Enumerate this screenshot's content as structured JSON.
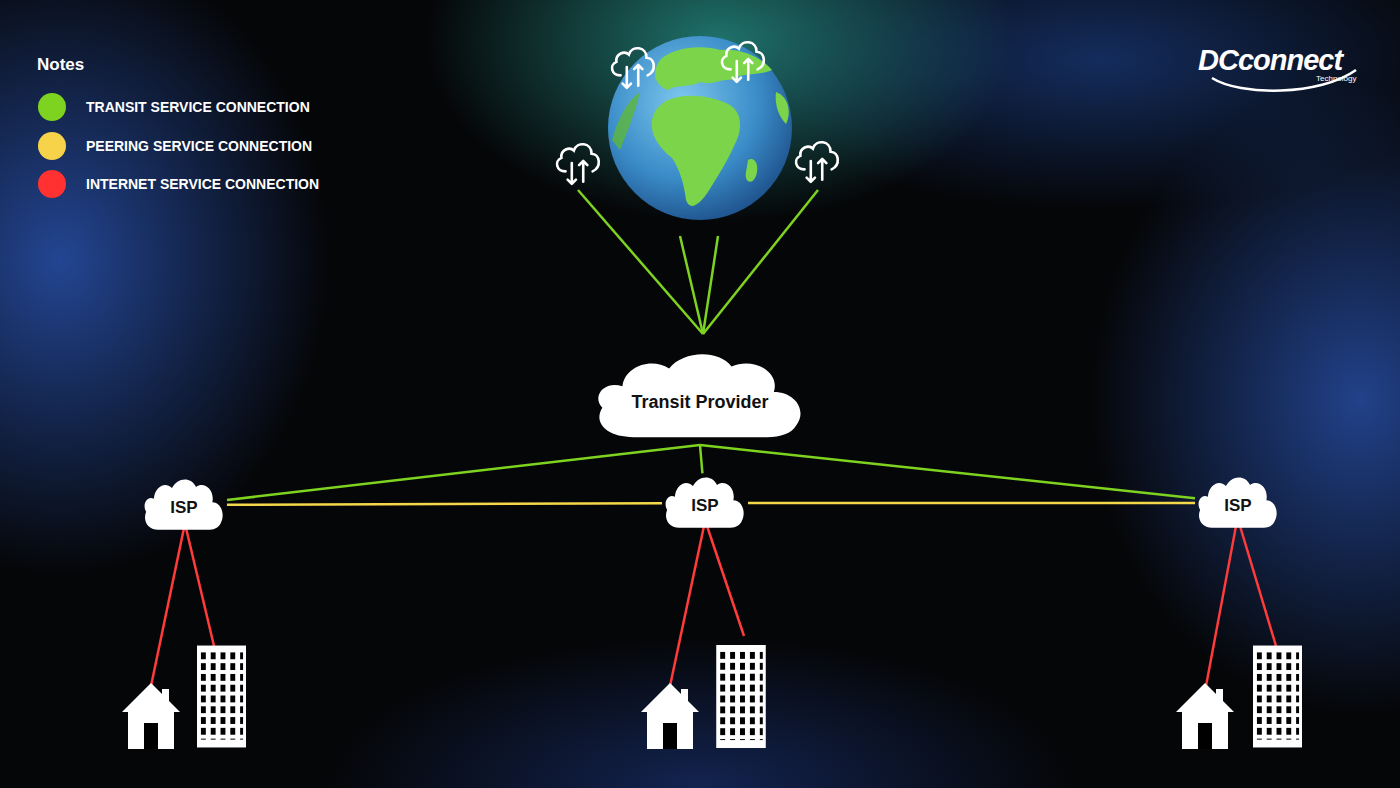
{
  "diagram": {
    "nodes": [
      {
        "text": [
          "Transit Provider"
        ]
      },
      {
        "text": [
          "ISP"
        ]
      },
      {
        "text": [
          "ISP"
        ]
      },
      {
        "text": [
          "ISP"
        ]
      }
    ],
    "edges": [
      {
        "from": 0,
        "to": 1,
        "arrow": "none"
      },
      {
        "from": 0,
        "to": 2,
        "arrow": "none"
      },
      {
        "from": 0,
        "to": 3,
        "arrow": "none"
      },
      {
        "from": 1,
        "to": 2,
        "arrow": "none"
      },
      {
        "from": 2,
        "to": 3,
        "arrow": "none"
      }
    ],
    "labels": [
      "Notes",
      "DCconnect",
      "Technology"
    ],
    "legend": [
      {
        "text": "TRANSIT SERVICE CONNECTION",
        "color": "#7ed321"
      },
      {
        "text": "PEERING SERVICE CONNECTION",
        "color": "#f7d34a"
      },
      {
        "text": "INTERNET SERVICE CONNECTION",
        "color": "#ff3131"
      }
    ]
  }
}
